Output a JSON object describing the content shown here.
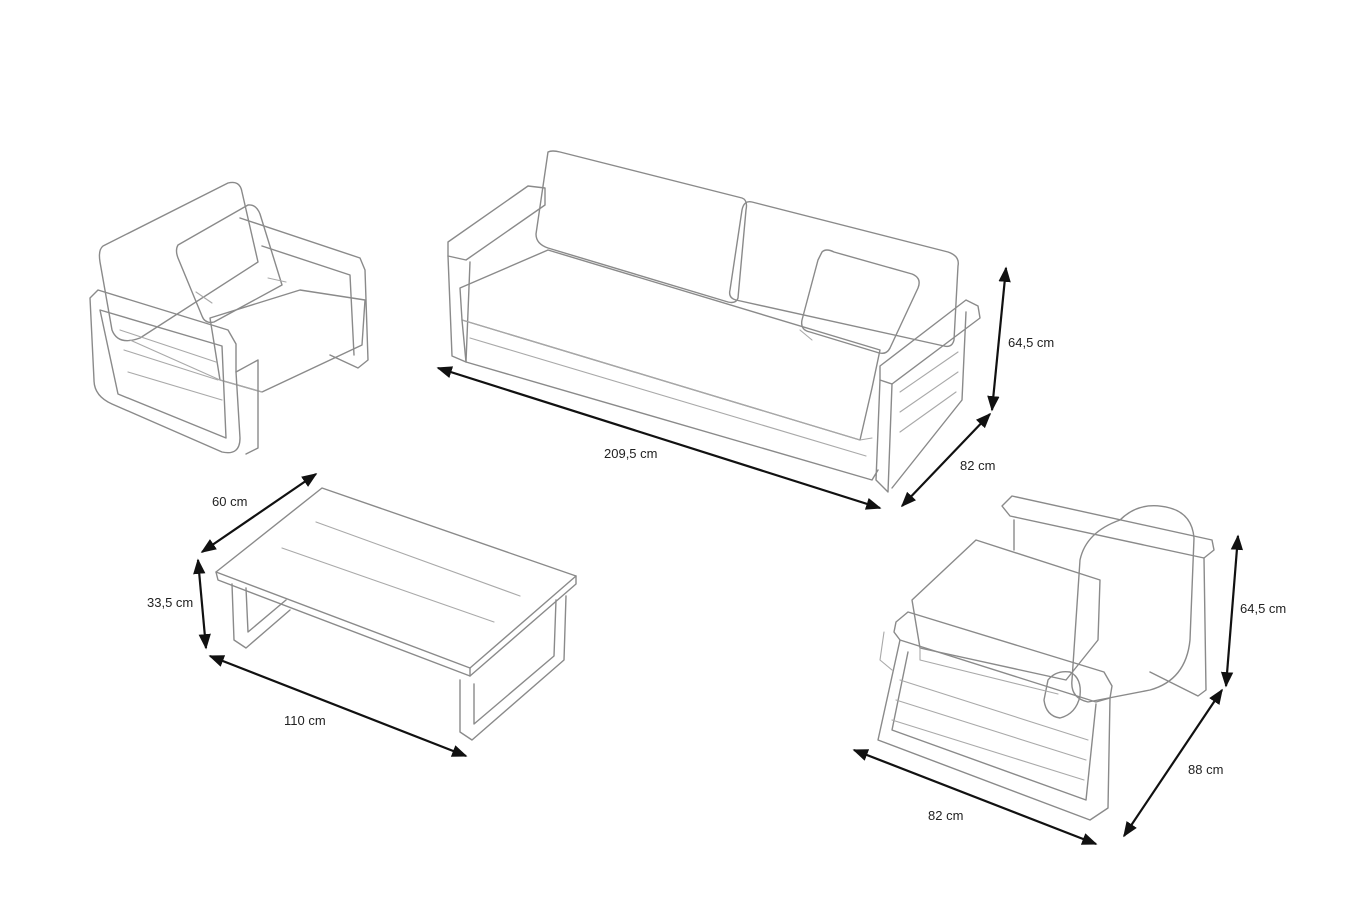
{
  "colors": {
    "furniture_outline": "#8a8a8a",
    "dimension_line": "#111111",
    "label_text": "#222222",
    "background": "#ffffff"
  },
  "pieces": [
    {
      "id": "armchair-left",
      "dimensions": []
    },
    {
      "id": "sofa",
      "dimensions": [
        {
          "id": "sofa-width",
          "label": "209,5 cm"
        },
        {
          "id": "sofa-depth",
          "label": "82 cm"
        },
        {
          "id": "sofa-height",
          "label": "64,5 cm"
        }
      ]
    },
    {
      "id": "coffee-table",
      "dimensions": [
        {
          "id": "table-depth",
          "label": "60 cm"
        },
        {
          "id": "table-height",
          "label": "33,5 cm"
        },
        {
          "id": "table-width",
          "label": "110 cm"
        }
      ]
    },
    {
      "id": "armchair-right",
      "dimensions": [
        {
          "id": "armchair-height",
          "label": "64,5 cm"
        },
        {
          "id": "armchair-depth",
          "label": "88 cm"
        },
        {
          "id": "armchair-width",
          "label": "82 cm"
        }
      ]
    }
  ]
}
